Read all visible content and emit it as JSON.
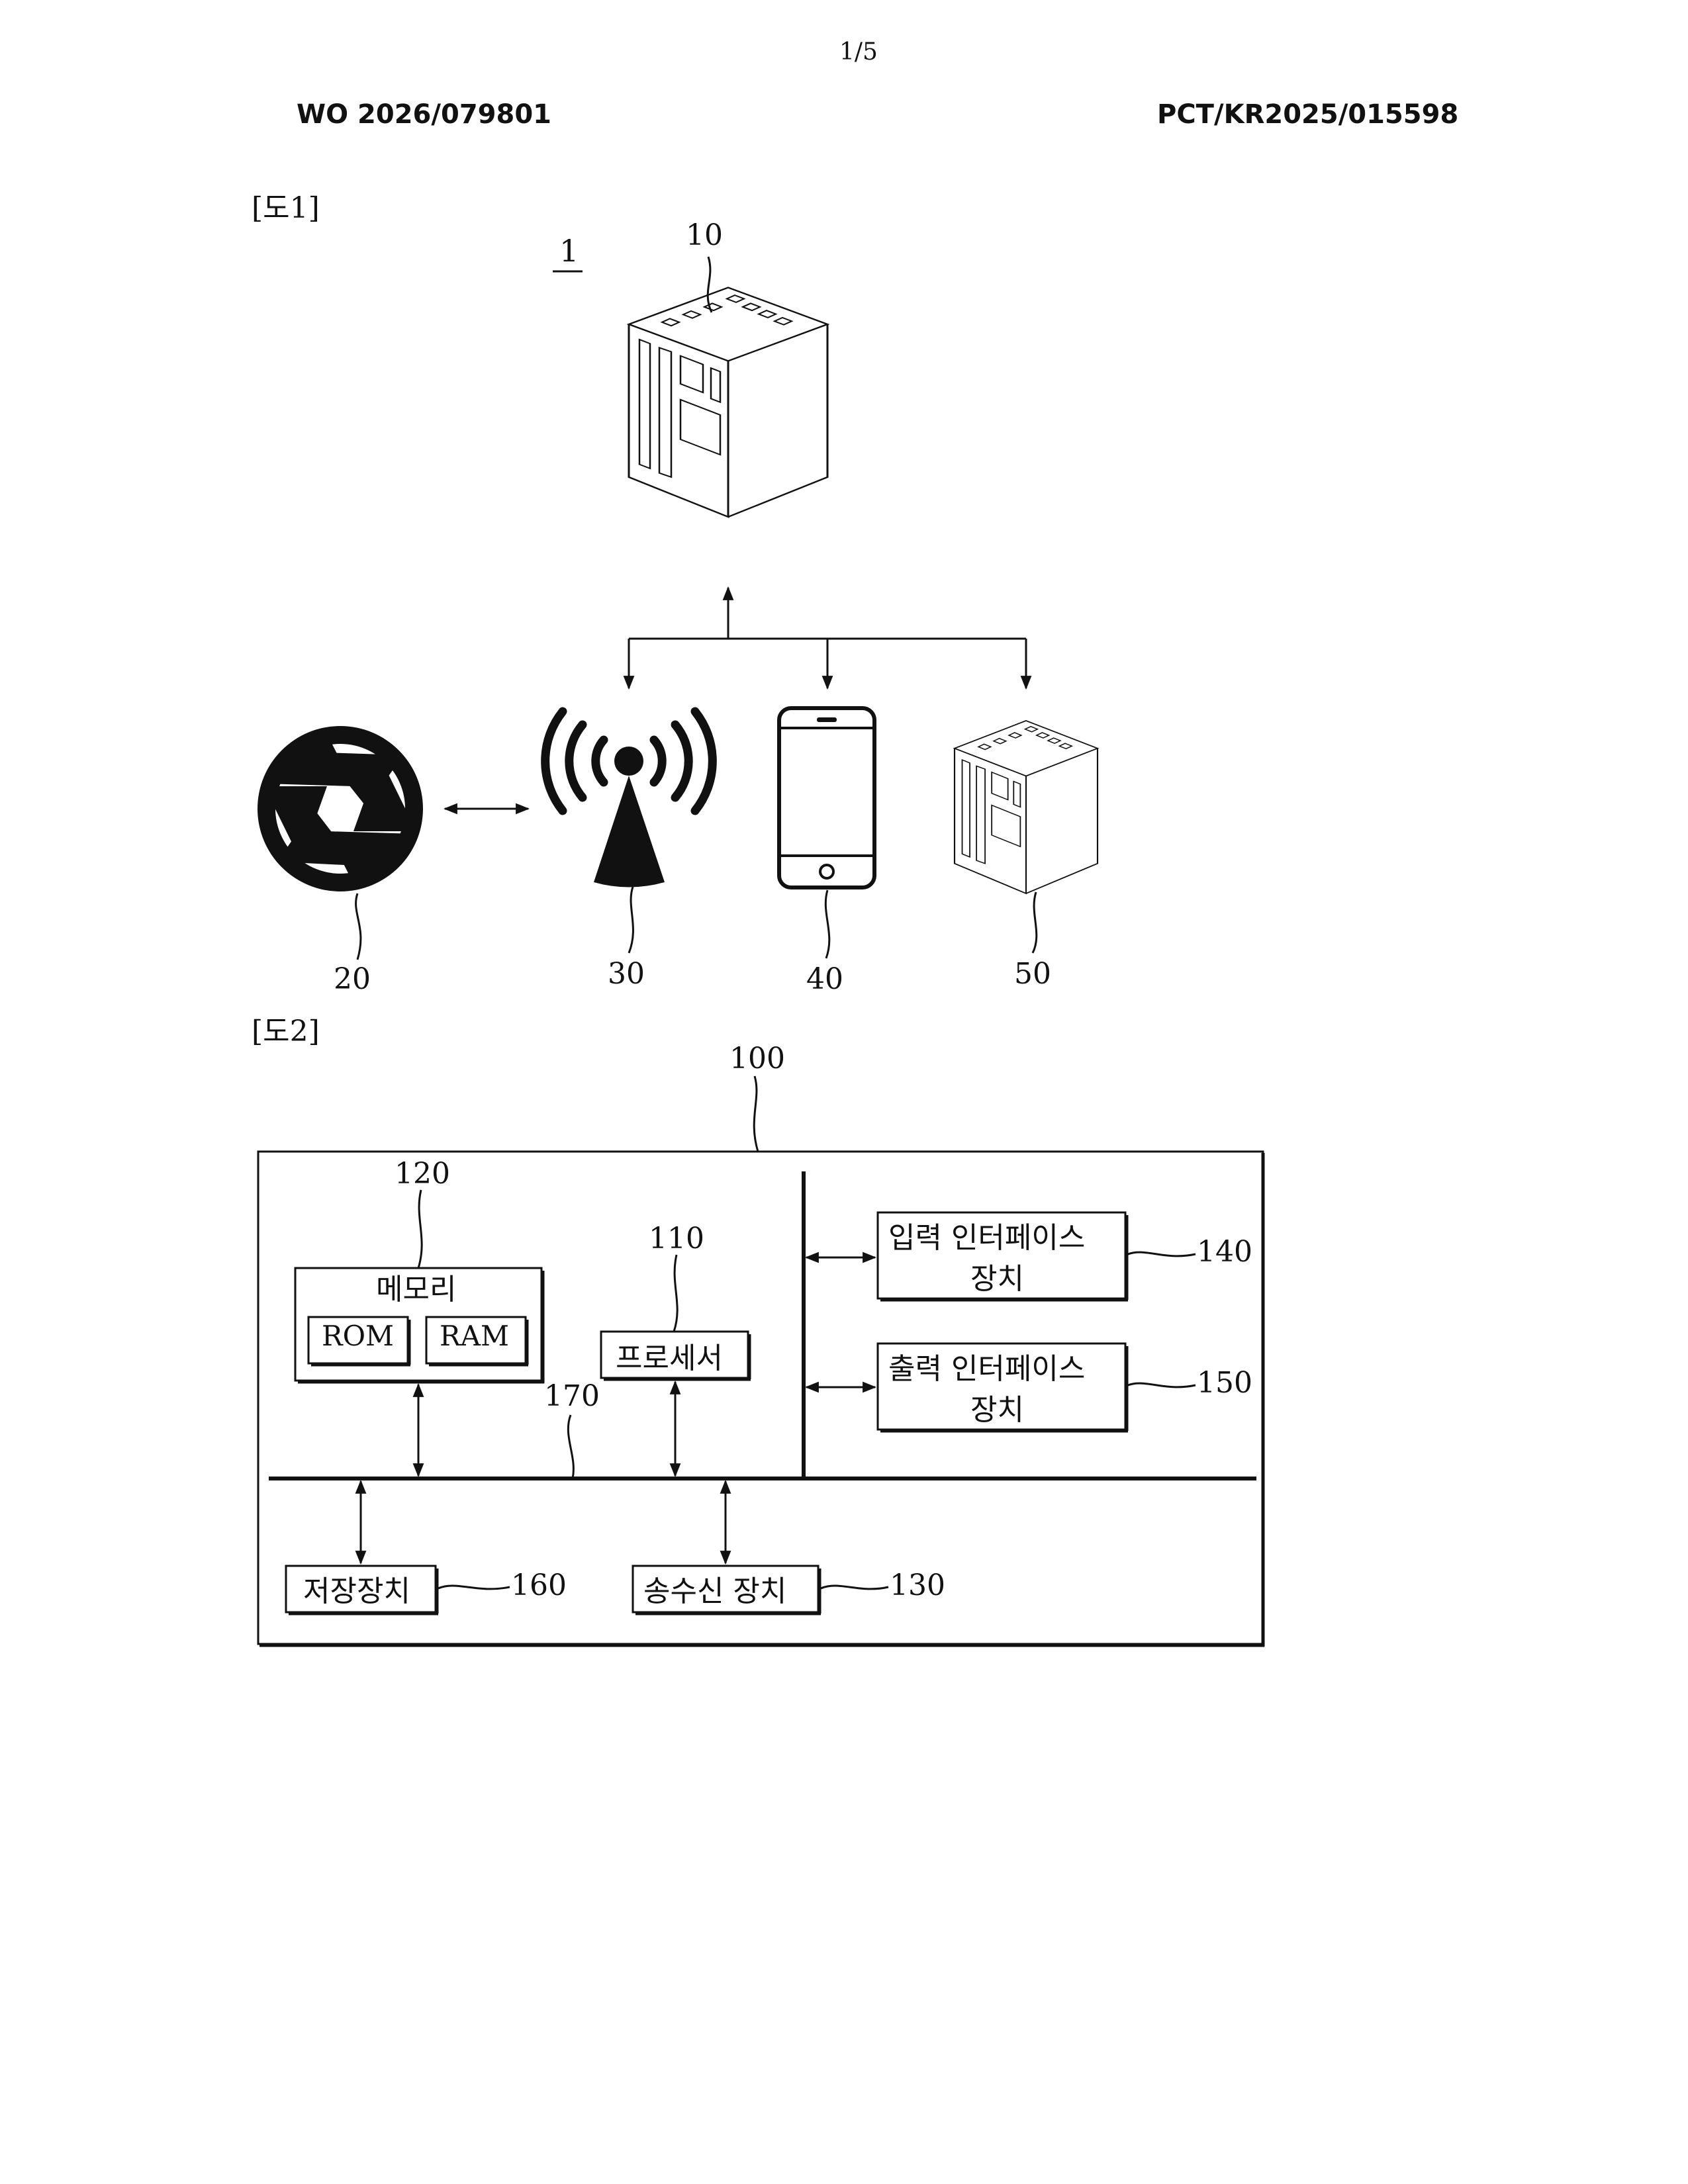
{
  "header": {
    "page_number": "1/5",
    "publication_number": "WO 2026/079801",
    "application_number": "PCT/KR2025/015598"
  },
  "fig1": {
    "label": "[도1]",
    "system_ref": "1",
    "server_ref": "10",
    "camera_ref": "20",
    "antenna_ref": "30",
    "phone_ref": "40",
    "device_ref": "50",
    "icons": [
      "server-icon",
      "camera-shutter-icon",
      "antenna-icon",
      "smartphone-icon",
      "server-icon"
    ]
  },
  "fig2": {
    "label": "[도2]",
    "apparatus_ref": "100",
    "memory": {
      "ref": "120",
      "label": "메모리",
      "rom_label": "ROM",
      "ram_label": "RAM"
    },
    "processor": {
      "ref": "110",
      "label": "프로세서"
    },
    "bus_ref": "170",
    "input_interface": {
      "ref": "140",
      "line1": "입력 인터페이스",
      "line2": "장치"
    },
    "output_interface": {
      "ref": "150",
      "line1": "출력 인터페이스",
      "line2": "장치"
    },
    "storage": {
      "ref": "160",
      "label": "저장장치"
    },
    "transceiver": {
      "ref": "130",
      "label": "송수신 장치"
    }
  }
}
